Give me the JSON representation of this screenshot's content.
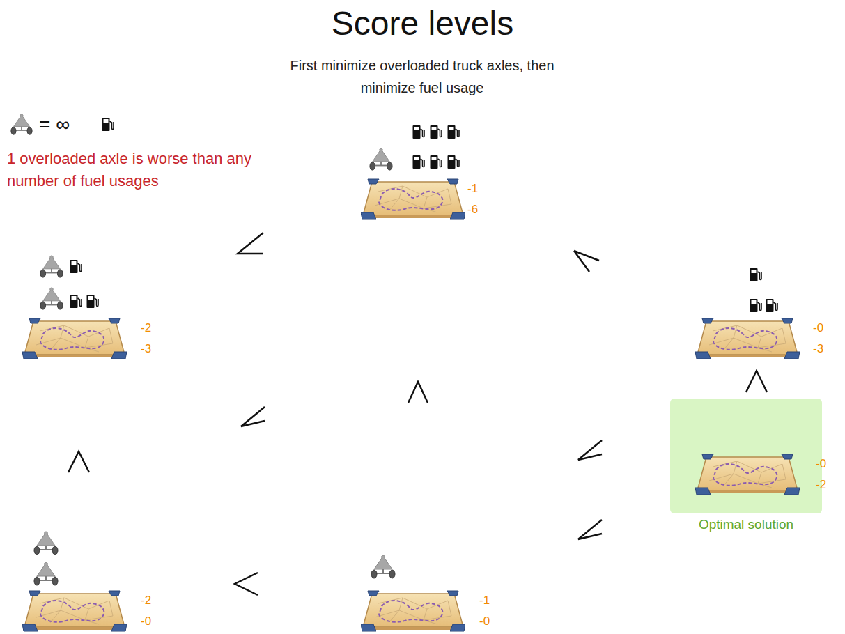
{
  "diagram": {
    "title": "Score levels",
    "nodes": [
      {
        "text": [
          "-1",
          "-6"
        ]
      },
      {
        "text": [
          "-2",
          "-3"
        ]
      },
      {
        "text": [
          "-0",
          "-3"
        ]
      },
      {
        "text": [
          "Optimal solution"
        ]
      },
      {
        "text": [
          "-0",
          "-2"
        ],
        "in": 3
      },
      {
        "text": [
          "-2",
          "-0"
        ]
      },
      {
        "text": [
          "-1",
          "-0"
        ]
      }
    ],
    "labels": [
      "First minimize overloaded truck axles, then minimize fuel usage",
      "= ∞",
      "1 overloaded axle is worse than any number of fuel usages"
    ]
  }
}
